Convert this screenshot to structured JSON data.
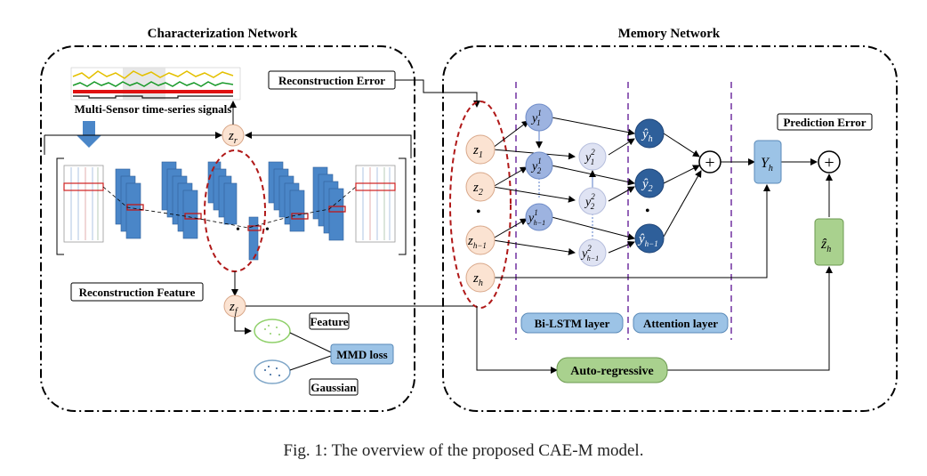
{
  "titles": {
    "characterization": "Characterization Network",
    "memory": "Memory Network"
  },
  "labels": {
    "multi_sensor": "Multi-Sensor time-series signals",
    "reconstruction_error": "Reconstruction Error",
    "reconstruction_feature": "Reconstruction Feature",
    "feature": "Feature",
    "gaussian": "Gaussian",
    "mmd_loss": "MMD loss",
    "prediction_error": "Prediction Error",
    "bilstm_layer": "Bi-LSTM layer",
    "attention_layer": "Attention layer",
    "auto_regressive": "Auto-regressive"
  },
  "symbols": {
    "zr": "z",
    "zr_sub": "r",
    "zf": "z",
    "zf_sub": "f",
    "z_nodes": [
      {
        "base": "z",
        "sub": "1"
      },
      {
        "base": "z",
        "sub": "2"
      },
      {
        "base": "z",
        "sub": "h−1"
      },
      {
        "base": "z",
        "sub": "h"
      }
    ],
    "y_forward": [
      {
        "base": "y",
        "sup": "1",
        "sub": "1"
      },
      {
        "base": "y",
        "sup": "1",
        "sub": "2"
      },
      {
        "base": "y",
        "sup": "1",
        "sub": "h−1"
      }
    ],
    "y_backward": [
      {
        "base": "y",
        "sup": "2",
        "sub": "1"
      },
      {
        "base": "y",
        "sup": "2",
        "sub": "2"
      },
      {
        "base": "y",
        "sup": "2",
        "sub": "h−1"
      }
    ],
    "y_hat": [
      {
        "base": "ŷ",
        "sub": "h"
      },
      {
        "base": "ŷ",
        "sub": "2"
      },
      {
        "base": "ŷ",
        "sub": "h−1"
      }
    ],
    "Yh": "Y",
    "Yh_sub": "h",
    "zh_hat": "ẑ",
    "zh_hat_sub": "h",
    "plus": "+",
    "dot": "•"
  },
  "colors": {
    "encoder_blue": "#4a86c8",
    "red_dashed": "#b01818",
    "z_fill": "#fbe3d2",
    "y_fill": "#9db3e0",
    "y_light": "#dfe3f3",
    "yhat_fill": "#2e5f9a",
    "green_box": "#a9d18e",
    "blue_box": "#9cc3e6",
    "purple_line": "#7030a0"
  },
  "caption": "Fig. 1: The overview of the proposed CAE-M model."
}
